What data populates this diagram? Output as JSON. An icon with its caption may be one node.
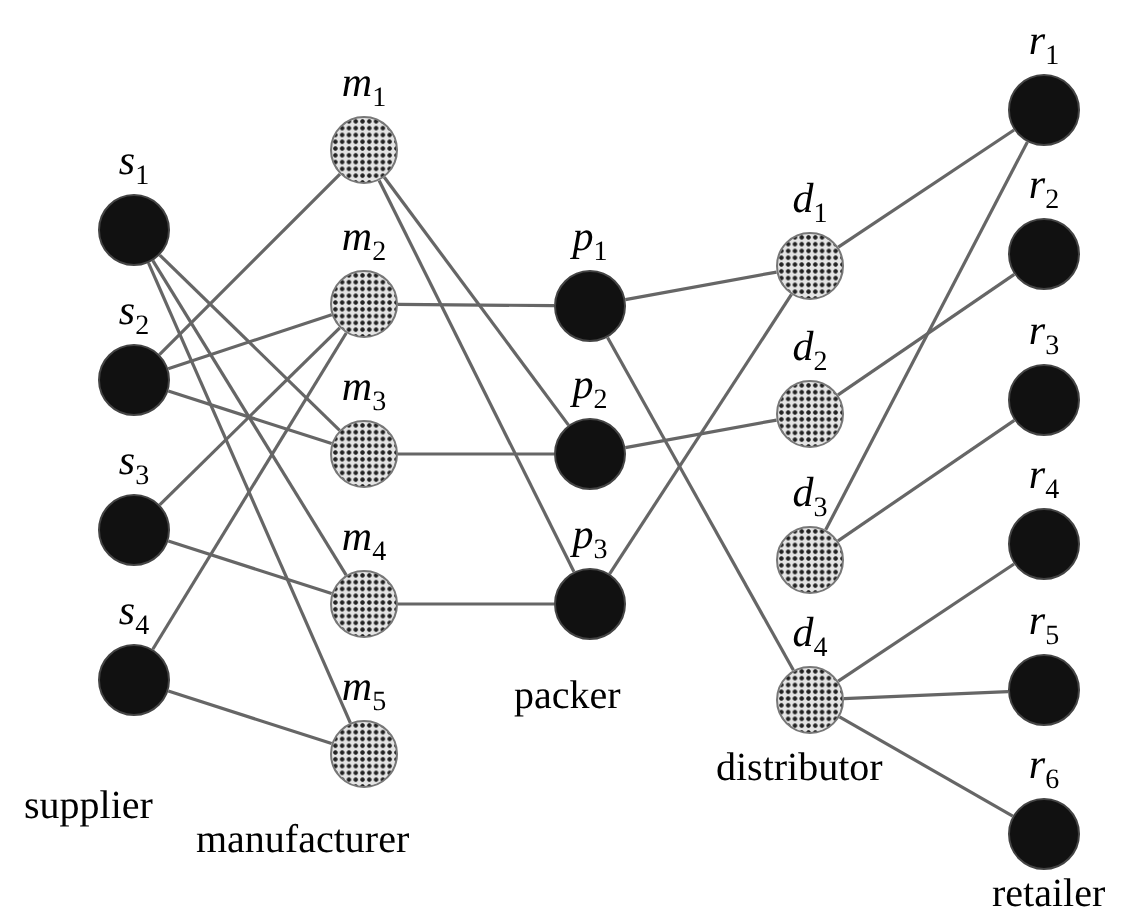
{
  "diagram": {
    "nodes": [
      {
        "text": [
          "s$_{1}$"
        ]
      },
      {
        "text": [
          "s$_{2}$"
        ]
      },
      {
        "text": [
          "s$_{3}$"
        ]
      },
      {
        "text": [
          "s$_{4}$"
        ]
      },
      {
        "text": [
          "m$_{1}$"
        ]
      },
      {
        "text": [
          "m$_{2}$"
        ]
      },
      {
        "text": [
          "m$_{3}$"
        ]
      },
      {
        "text": [
          "m$_{4}$"
        ]
      },
      {
        "text": [
          "m$_{5}$"
        ]
      },
      {
        "text": [
          "p$_{1}$"
        ]
      },
      {
        "text": [
          "p$_{2}$"
        ]
      },
      {
        "text": [
          "p$_{3}$"
        ]
      },
      {
        "text": [
          "d$_{1}$"
        ]
      },
      {
        "text": [
          "d$_{2}$"
        ]
      },
      {
        "text": [
          "d$_{3}$"
        ]
      },
      {
        "text": [
          "d$_{4}$"
        ]
      },
      {
        "text": [
          "r$_{1}$"
        ]
      },
      {
        "text": [
          "r$_{2}$"
        ]
      },
      {
        "text": [
          "r$_{3}$"
        ]
      },
      {
        "text": [
          "r$_{4}$"
        ]
      },
      {
        "text": [
          "r$_{5}$"
        ]
      },
      {
        "text": [
          "r$_{6}$"
        ]
      }
    ],
    "edges": [
      {
        "from": 0,
        "to": 6,
        "arrow": "none"
      },
      {
        "from": 0,
        "to": 7,
        "arrow": "none"
      },
      {
        "from": 0,
        "to": 8,
        "arrow": "none"
      },
      {
        "from": 1,
        "to": 4,
        "arrow": "none"
      },
      {
        "from": 1,
        "to": 5,
        "arrow": "none"
      },
      {
        "from": 1,
        "to": 6,
        "arrow": "none"
      },
      {
        "from": 2,
        "to": 5,
        "arrow": "none"
      },
      {
        "from": 2,
        "to": 7,
        "arrow": "none"
      },
      {
        "from": 3,
        "to": 5,
        "arrow": "none"
      },
      {
        "from": 3,
        "to": 8,
        "arrow": "none"
      },
      {
        "from": 4,
        "to": 10,
        "arrow": "none"
      },
      {
        "from": 4,
        "to": 11,
        "arrow": "none"
      },
      {
        "from": 5,
        "to": 9,
        "arrow": "none"
      },
      {
        "from": 6,
        "to": 10,
        "arrow": "none"
      },
      {
        "from": 7,
        "to": 11,
        "arrow": "none"
      },
      {
        "from": 9,
        "to": 12,
        "arrow": "none"
      },
      {
        "from": 9,
        "to": 15,
        "arrow": "none"
      },
      {
        "from": 10,
        "to": 13,
        "arrow": "none"
      },
      {
        "from": 11,
        "to": 12,
        "arrow": "none"
      },
      {
        "from": 12,
        "to": 16,
        "arrow": "none"
      },
      {
        "from": 13,
        "to": 17,
        "arrow": "none"
      },
      {
        "from": 14,
        "to": 16,
        "arrow": "none"
      },
      {
        "from": 14,
        "to": 18,
        "arrow": "none"
      },
      {
        "from": 15,
        "to": 19,
        "arrow": "none"
      },
      {
        "from": 15,
        "to": 20,
        "arrow": "none"
      },
      {
        "from": 15,
        "to": 21,
        "arrow": "none"
      }
    ],
    "labels": [
      "supplier",
      "manufacturer",
      "packer",
      "distributor",
      "retailer"
    ]
  }
}
